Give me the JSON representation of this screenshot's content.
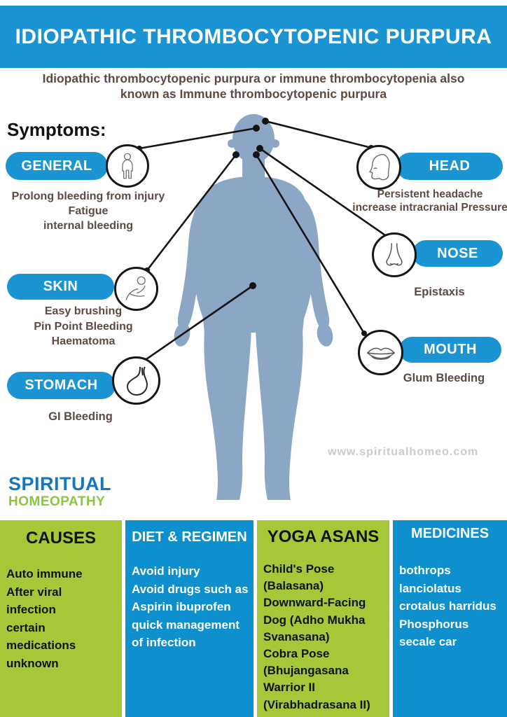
{
  "header": {
    "title": "IDIOPATHIC THROMBOCYTOPENIC PURPURA",
    "bg_color": "#1b94d3",
    "text_color": "#ffffff"
  },
  "subtitle": {
    "line1": "Idiopathic thrombocytopenic purpura or immune thrombocytopenia also",
    "line2": "known as Immune thrombocytopenic purpura",
    "color": "#5d4a40"
  },
  "symptoms": {
    "heading": "Symptoms:",
    "items": [
      {
        "id": "general",
        "label": "GENERAL",
        "icon": "person-icon",
        "details": [
          "Prolong bleeding from injury",
          "Fatigue",
          "internal bleeding"
        ]
      },
      {
        "id": "head",
        "label": "HEAD",
        "icon": "head-profile-icon",
        "details": [
          "Persistent headache",
          "increase intracranial Pressure"
        ]
      },
      {
        "id": "nose",
        "label": "NOSE",
        "icon": "nose-icon",
        "details": [
          "Epistaxis"
        ]
      },
      {
        "id": "skin",
        "label": "SKIN",
        "icon": "skin-scratch-icon",
        "details": [
          "Easy brushing",
          "Pin Point Bleeding",
          "Haematoma"
        ]
      },
      {
        "id": "mouth",
        "label": "MOUTH",
        "icon": "lips-icon",
        "details": [
          "Glum Bleeding"
        ]
      },
      {
        "id": "stomach",
        "label": "STOMACH",
        "icon": "stomach-icon",
        "details": [
          "GI Bleeding"
        ]
      }
    ],
    "pill_color": "#1b94d3",
    "body_silhouette_color": "#8ca7c6"
  },
  "watermark": "www.spiritualhomeo.com",
  "logo": {
    "line1": "SPIRITUAL",
    "line2": "HOMEOPATHY",
    "color1": "#1777bd",
    "color2": "#8cc63e"
  },
  "bottom_sections": [
    {
      "title": "CAUSES",
      "bg": "#a6c838",
      "text_color": "#111111",
      "items": [
        "Auto immune",
        "After viral",
        "infection",
        "certain",
        "medications",
        "unknown"
      ]
    },
    {
      "title": "DIET & REGIMEN",
      "bg": "#0e8fce",
      "text_color": "#ffffff",
      "items": [
        "Avoid injury",
        "Avoid drugs such as",
        "Aspirin ibuprofen",
        "quick management",
        "of infection"
      ]
    },
    {
      "title": "YOGA ASANS",
      "bg": "#a6c838",
      "text_color": "#111111",
      "items": [
        "Child's Pose",
        "(Balasana)",
        "Downward-Facing",
        "Dog (Adho Mukha",
        "Svanasana)",
        "Cobra Pose",
        "(Bhujangasana",
        "Warrior II",
        "(Virabhadrasana II)"
      ]
    },
    {
      "title": "MEDICINES",
      "bg": "#0e8fce",
      "text_color": "#ffffff",
      "items": [
        "bothrops",
        "lanciolatus",
        "crotalus harridus",
        "Phosphorus",
        "secale car"
      ]
    }
  ]
}
